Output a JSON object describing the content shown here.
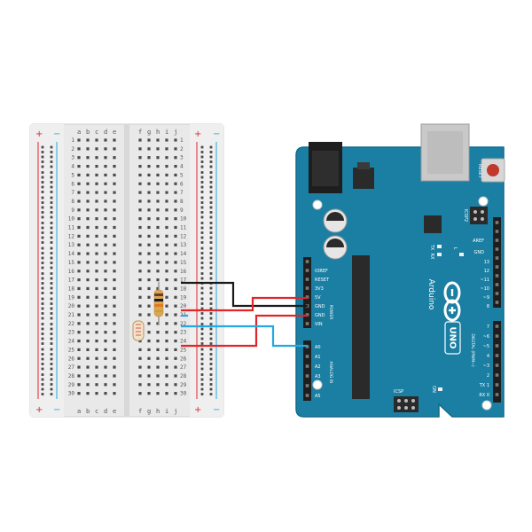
{
  "breadboard": {
    "plus_sign": "+",
    "minus_sign": "−",
    "columns_left": [
      "a",
      "b",
      "c",
      "d",
      "e"
    ],
    "columns_right": [
      "f",
      "g",
      "h",
      "i",
      "j"
    ],
    "row_numbers": [
      "1",
      "2",
      "3",
      "4",
      "5",
      "6",
      "7",
      "8",
      "9",
      "10",
      "11",
      "12",
      "13",
      "14",
      "15",
      "16",
      "17",
      "18",
      "19",
      "20",
      "21",
      "22",
      "23",
      "24",
      "25",
      "26",
      "27",
      "28",
      "29",
      "30"
    ]
  },
  "arduino": {
    "brand": "Arduino",
    "model": "UNO",
    "reset_label": "RESET",
    "icsp_label": "ICSP",
    "icsp2_label": "ICSP2",
    "aref_label": "AREF",
    "gnd_label": "GND",
    "tx_label": "TX",
    "rx_label": "RX",
    "l_label": "L",
    "on_label": "ON",
    "digital_label": "DIGITAL (PWM~)",
    "power_label": "POWER",
    "analog_label": "ANALOG IN",
    "power_pins": [
      "IOREF",
      "RESET",
      "3V3",
      "5V",
      "GND",
      "GND",
      "VIN"
    ],
    "analog_pins": [
      "A0",
      "A1",
      "A2",
      "A3",
      "A4",
      "A5"
    ],
    "digital_pins_top": [
      "13",
      "12",
      "~11",
      "~10",
      "~9",
      "8"
    ],
    "digital_pins_bottom": [
      "7",
      "~6",
      "~5",
      "4",
      "~3",
      "2",
      "TX 1",
      "RX 0"
    ],
    "colors": {
      "board": "#1b7fa3",
      "board_edge": "#126a8a",
      "header": "#2a2a2a",
      "silk": "#ffffff"
    }
  },
  "wires": {
    "colors": {
      "gnd": "#1a1a1a",
      "vcc": "#e0262b",
      "signal": "#25a8e0"
    }
  }
}
